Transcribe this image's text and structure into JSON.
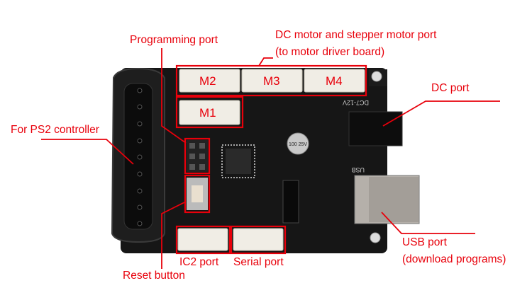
{
  "labels": {
    "programming_port": "Programming port",
    "motor_port": "DC motor and stepper motor port",
    "motor_port_note": "(to motor driver board)",
    "dc_port": "DC port",
    "ps2": "For PS2 controller",
    "usb_port": "USB port",
    "usb_note": "(download programs)",
    "ic2_port": "IC2 port",
    "serial_port": "Serial port",
    "reset_button": "Reset button"
  },
  "connectors": {
    "m1": "M1",
    "m2": "M2",
    "m3": "M3",
    "m4": "M4"
  },
  "silkscreen": {
    "voltage": "DC7-12V",
    "usb": "USB",
    "cap": "100 25V"
  },
  "colors": {
    "annotation": "#e8000b",
    "board": "#141414"
  }
}
